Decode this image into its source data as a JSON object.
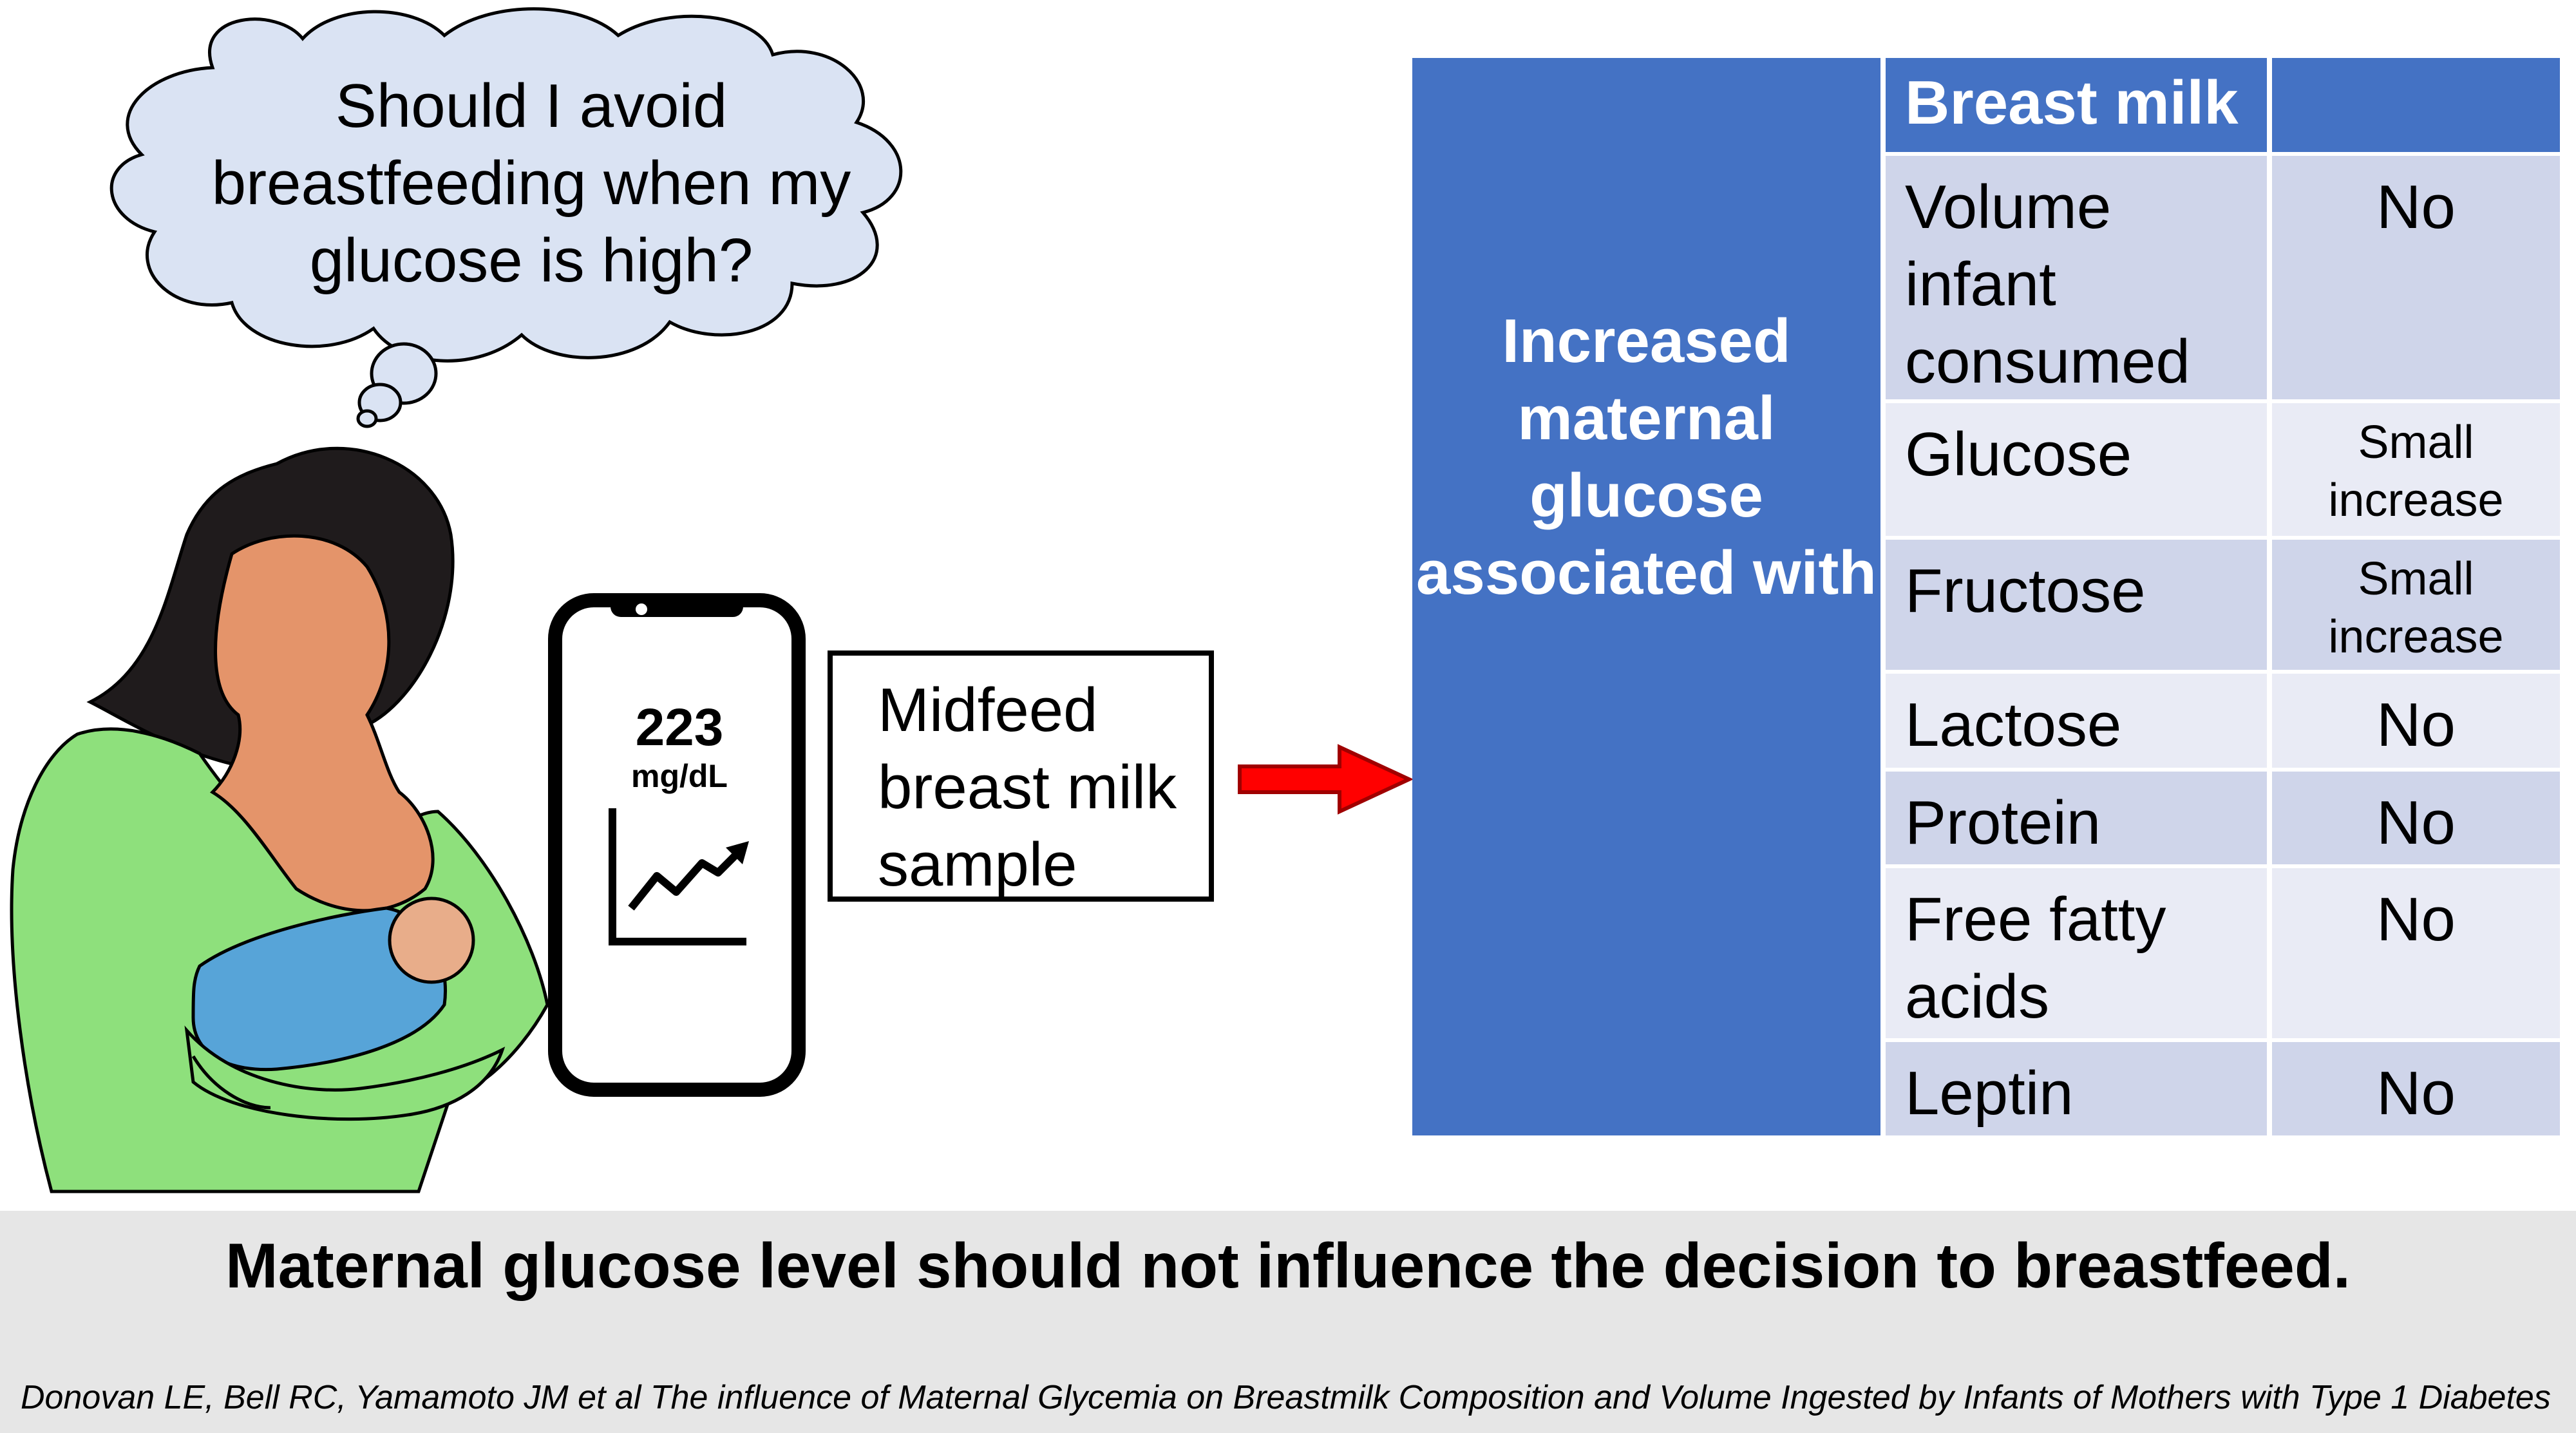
{
  "thought": {
    "text": "Should I avoid breastfeeding when my glucose is high?"
  },
  "phone": {
    "value": "223",
    "unit": "mg/dL",
    "trend_icon": "trend-up-chart-icon"
  },
  "sample": {
    "text": "Midfeed breast milk sample"
  },
  "arrow": {
    "color": "#ff0000",
    "icon": "right-arrow-icon"
  },
  "left_panel": {
    "text": "Increased maternal glucose associated with",
    "color": "#4472c4"
  },
  "table": {
    "header": {
      "col1": "Breast milk",
      "col2": ""
    },
    "rows": [
      {
        "label": "Volume infant consumed",
        "value": "No"
      },
      {
        "label": "Glucose",
        "value": "Small increase"
      },
      {
        "label": "Fructose",
        "value": "Small increase"
      },
      {
        "label": "Lactose",
        "value": "No"
      },
      {
        "label": "Protein",
        "value": "No"
      },
      {
        "label": "Free fatty acids",
        "value": "No"
      },
      {
        "label": "Leptin",
        "value": "No"
      }
    ]
  },
  "conclusion": "Maternal glucose level should not influence the decision to breastfeed.",
  "citation": "Donovan LE, Bell RC, Yamamoto JM et al The influence of Maternal Glycemia on Breastmilk Composition and Volume Ingested by Infants of Mothers with Type 1 Diabetes",
  "colors": {
    "accent_blue": "#4472c4",
    "row_dark": "#cfd5ea",
    "row_light": "#e9ebf5",
    "cloud": "#dae3f3",
    "shirt": "#8ee07c",
    "skin": "#e4946a",
    "blanket": "#57a4d8",
    "band": "#e6e6e6"
  }
}
